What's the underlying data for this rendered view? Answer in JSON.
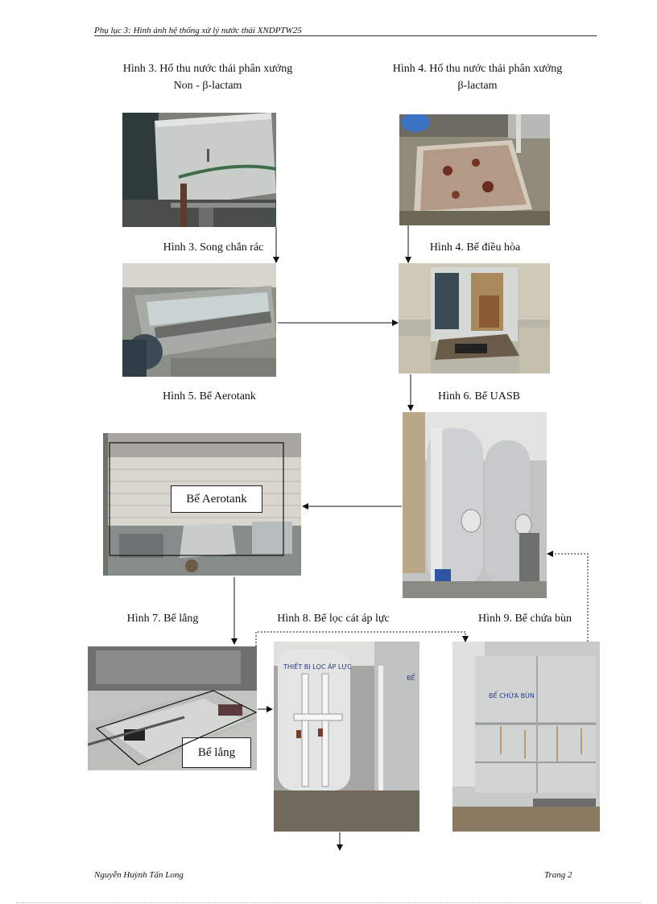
{
  "header": {
    "title": "Phụ lục 3: Hình ảnh hệ thống xử lý nước thải XNDPTW25"
  },
  "footer": {
    "author": "Nguyễn Huỳnh Tấn Long",
    "page": "Trang 2"
  },
  "captions": {
    "fig3_top_line1": "Hình  3. Hố thu nước thải phân xưởng",
    "fig3_top_line2": "Non - β-lactam",
    "fig4_top_line1": "Hình  4. Hố thu nước thải phân xưởng",
    "fig4_top_line2": "β-lactam",
    "fig3_screen": "Hình  3. Song chắn rác",
    "fig4_equalization": "Hình  4. Bể điều hòa",
    "fig5_aerotank": "Hình  5. Bể Aerotank",
    "fig6_uasb": "Hình  6. Bể UASB",
    "fig7_settling": "Hình  7. Bể lắng",
    "fig8_sandfilter": "Hình  8. Bể lọc cát áp lực",
    "fig9_sludge": "Hình  9. Bể chứa bùn"
  },
  "labels": {
    "aerotank": "Bể Aerotank",
    "settling": "Bể lắng"
  },
  "photo_text": {
    "tank_label": "THIẾT BỊ LỌC ÁP LỰC",
    "sludge_label": "BỂ CHỨA BÙN"
  }
}
